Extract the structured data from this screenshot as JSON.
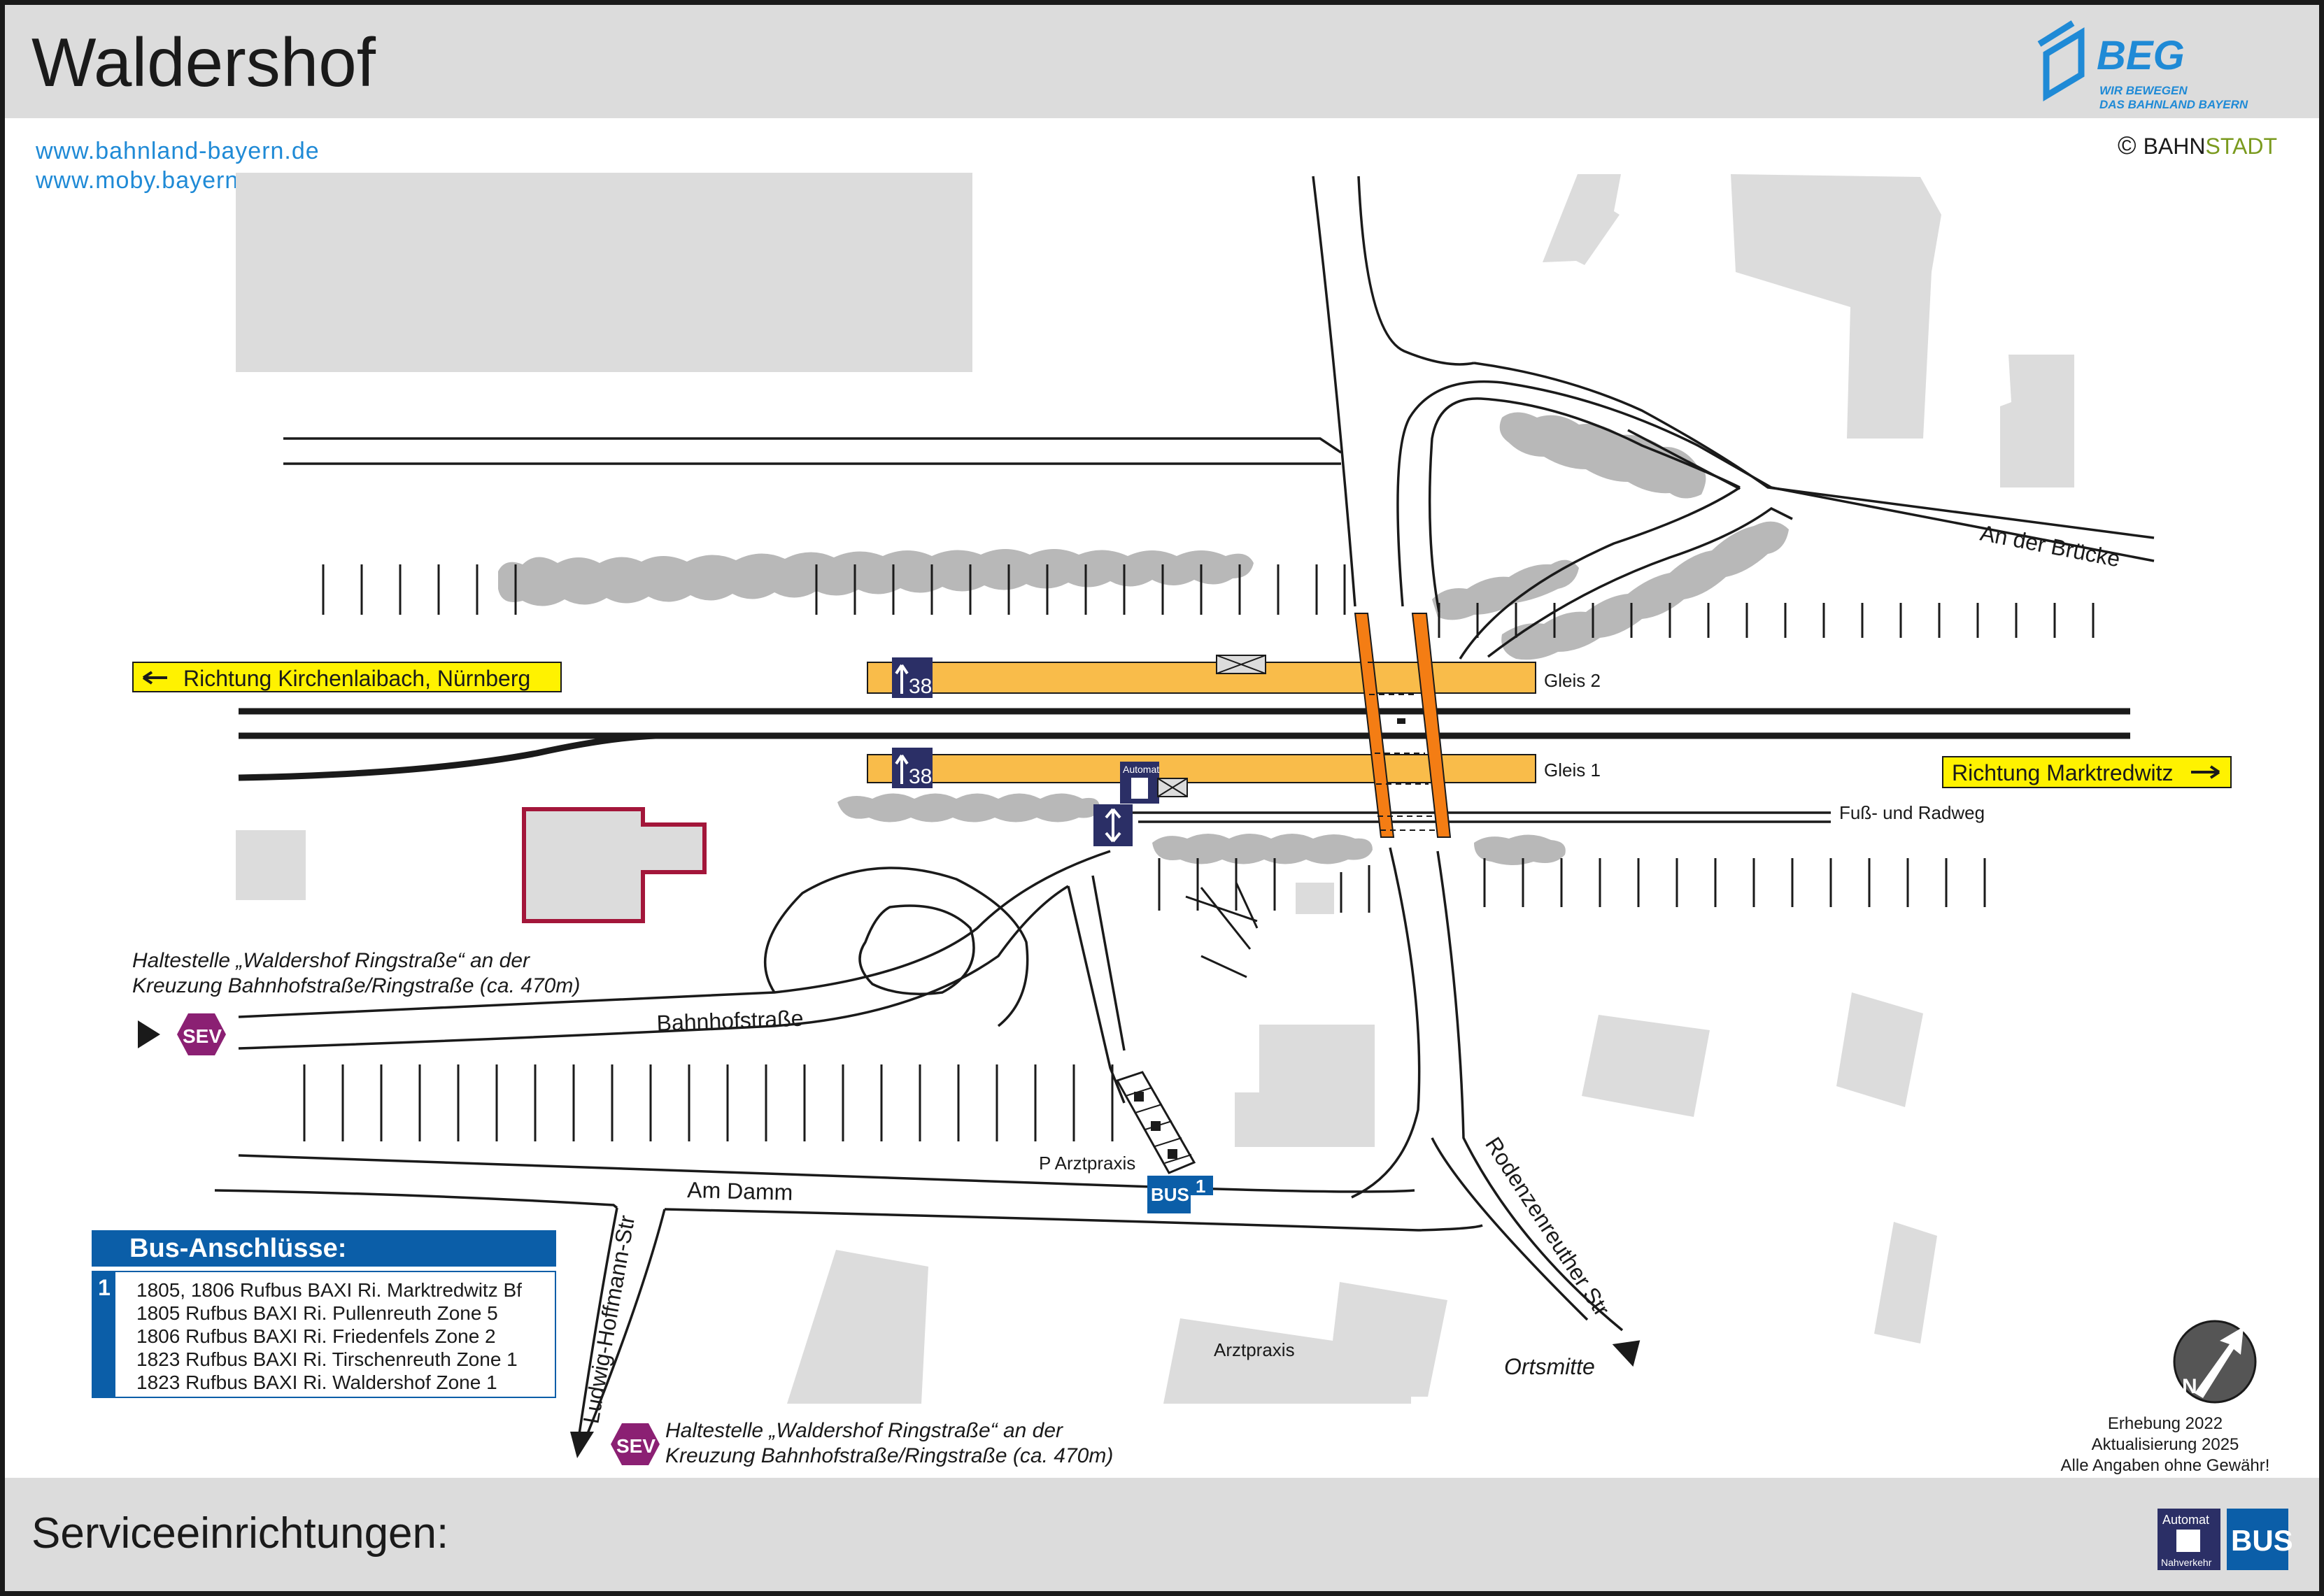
{
  "header": {
    "title": "Waldershof",
    "logo_name": "BEG",
    "logo_tagline_1": "WIR BEWEGEN",
    "logo_tagline_2": "DAS BAHNLAND BAYERN",
    "credit_symbol": "©",
    "credit_part_1": "BAHN",
    "credit_part_2": "STADT"
  },
  "links": [
    "www.bahnland-bayern.de",
    "www.moby.bayern"
  ],
  "directions": {
    "west": "Richtung Kirchenlaibach, Nürnberg",
    "east": "Richtung Marktredwitz"
  },
  "platforms": [
    {
      "label": "Gleis 2",
      "platform_number": "38"
    },
    {
      "label": "Gleis 1",
      "platform_number": "38"
    }
  ],
  "streets": {
    "an_der_bruecke": "An der Brücke",
    "bahnhofstrasse": "Bahnhofstraße",
    "am_damm": "Am Damm",
    "rodenzenreuther": "Rodenzenreuther Str",
    "ludwig_hoffmann": "Ludwig-Hoffmann-Str",
    "fuss_radweg": "Fuß- und Radweg",
    "ortsmitte": "Ortsmitte"
  },
  "places": {
    "parking": "P Arztpraxis",
    "doctor": "Arztpraxis"
  },
  "sev_stop": {
    "badge": "SEV",
    "line1": "Haltestelle „Waldershof Ringstraße“ an der",
    "line2": "Kreuzung Bahnhofstraße/Ringstraße (ca. 470m)"
  },
  "bus_stop": {
    "label": "BUS",
    "number": "1"
  },
  "ticket_machine": {
    "label": "Automat"
  },
  "legend": {
    "title": "Bus-Anschlüsse:",
    "stop_number": "1",
    "lines": [
      "1805, 1806 Rufbus BAXI Ri. Marktredwitz Bf",
      "1805 Rufbus BAXI Ri. Pullenreuth Zone 5",
      "1806 Rufbus BAXI Ri. Friedenfels Zone 2",
      "1823 Rufbus BAXI Ri. Tirschenreuth Zone 1",
      "1823 Rufbus BAXI Ri. Waldershof Zone 1"
    ]
  },
  "survey": {
    "line1": "Erhebung 2022",
    "line2": "Aktualisierung 2025",
    "line3": "Alle Angaben ohne Gewähr!"
  },
  "compass": {
    "letter": "N"
  },
  "footer": {
    "label": "Serviceeinrichtungen:",
    "icon_automat": "Automat",
    "icon_automat_sub": "Nahverkehr",
    "icon_bus": "BUS"
  },
  "colors": {
    "platform": "#f9bc4a",
    "overpass": "#f47d14",
    "building": "#dcdcdc",
    "station_outline": "#a3163a",
    "direction_bg": "#fff200",
    "service_icon": "#2b2f66",
    "bus_blue": "#0b5ea8",
    "sev_purple": "#8b2073",
    "tree": "#b8b8b8",
    "link_blue": "#1f8ad6"
  }
}
